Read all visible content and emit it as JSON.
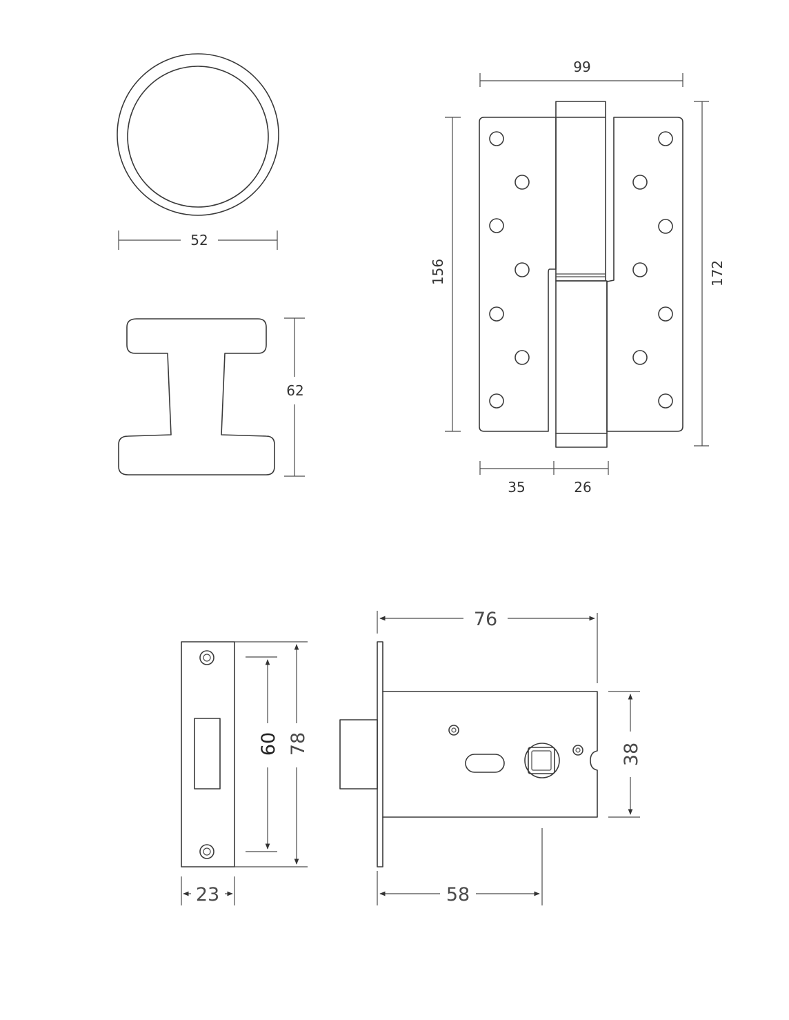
{
  "dimensions": {
    "knob_width": "52",
    "knob_height": "62",
    "hinge_width": "99",
    "hinge_leaf_height": "156",
    "hinge_total_height": "172",
    "hinge_leaf_left": "35",
    "hinge_knuckle": "26",
    "strike_width": "23",
    "strike_screw_spacing": "60",
    "strike_height": "78",
    "lock_length": "76",
    "lock_backset": "58",
    "lock_body_height": "38"
  },
  "colors": {
    "line": "#3a3a3a",
    "background": "#ffffff"
  }
}
